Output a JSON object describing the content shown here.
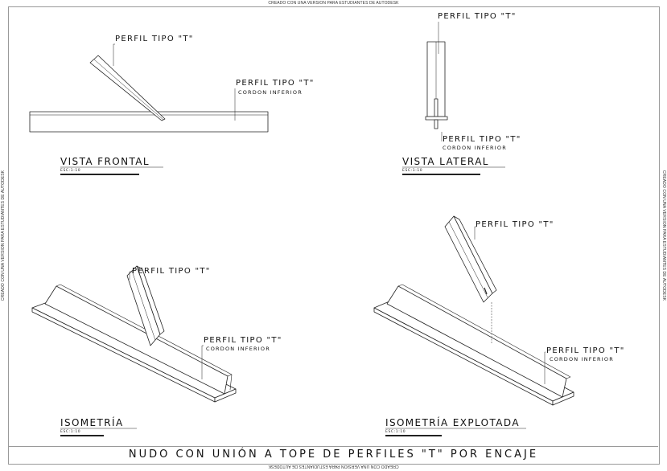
{
  "watermark": "CREADO CON UNA VERSION PARA ESTUDIANTES DE AUTODESK",
  "views": {
    "frontal": {
      "title": "VISTA FRONTAL",
      "scale": "ESC:1:10",
      "label_diagonal": "PERFIL TIPO \"T\"",
      "label_chord": "PERFIL TIPO \"T\"",
      "label_chord_sub": "CORDON INFERIOR"
    },
    "lateral": {
      "title": "VISTA LATERAL",
      "scale": "ESC:1:10",
      "label_top": "PERFIL TIPO \"T\"",
      "label_bottom": "PERFIL TIPO \"T\"",
      "label_bottom_sub": "CORDON INFERIOR"
    },
    "isometria": {
      "title": "ISOMETRÍA",
      "scale": "ESC:1:10",
      "label_diagonal": "PERFIL TIPO \"T\"",
      "label_chord": "PERFIL TIPO \"T\"",
      "label_chord_sub": "CORDON INFERIOR"
    },
    "explotada": {
      "title": "ISOMETRÍA EXPLOTADA",
      "scale": "ESC:1:10",
      "label_diagonal": "PERFIL TIPO \"T\"",
      "label_chord": "PERFIL TIPO \"T\"",
      "label_chord_sub": "CORDON INFERIOR"
    }
  },
  "sheet_title": "NUDO CON UNIÓN A TOPE DE PERFILES \"T\" POR ENCAJE"
}
